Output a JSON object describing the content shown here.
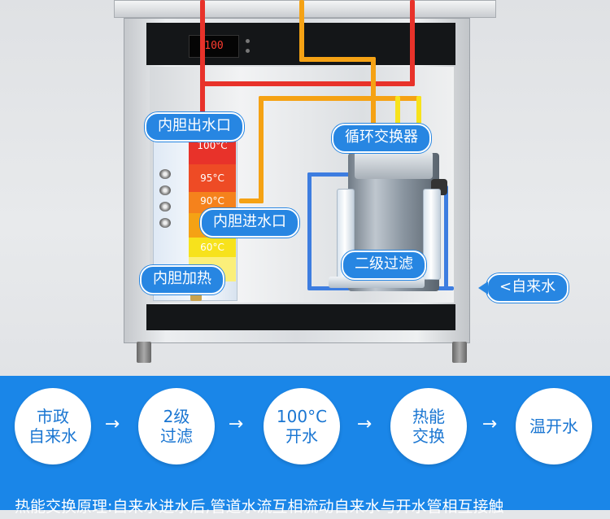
{
  "machine": {
    "display_value": "100"
  },
  "callouts": {
    "tank_outlet": "内胆出水口",
    "circulation_exchanger": "循环交换器",
    "tank_inlet": "内胆进水口",
    "two_stage_filter": "二级过滤",
    "tank_heating": "内胆加热",
    "tap_water": "<自来水"
  },
  "temperatures": [
    "100°C",
    "95°C",
    "90°C",
    "60°C"
  ],
  "colors": {
    "callout_blue": "#2786e2",
    "band_blue": "#1a86e8",
    "hot_red": "#e8322a",
    "warm_orange": "#f5a214",
    "yellow": "#f7e21c",
    "cold_blue": "#3d7de0"
  },
  "flow": {
    "steps": [
      {
        "line1": "市政",
        "line2": "自来水"
      },
      {
        "line1": "2级",
        "line2": "过滤"
      },
      {
        "line1": "100°C",
        "line2": "开水"
      },
      {
        "line1": "热能",
        "line2": "交换"
      },
      {
        "line1": "温开水",
        "line2": ""
      }
    ],
    "arrow_icon": "arrow-right-icon",
    "principle_text": "热能交换原理:自来水进水后,管道水流互相流动自来水与开水管相互接触"
  }
}
